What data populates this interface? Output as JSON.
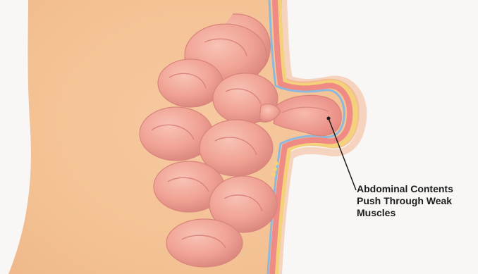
{
  "labels": {
    "callout_line1": "Abdominal Contents",
    "callout_line2": "Push Through Weak",
    "callout_line3": "Muscles"
  },
  "colors": {
    "background": "#f8f7f5",
    "skin": "#f5cfa3",
    "intestine": "#f1a79c",
    "intestine_shadow": "#d9847c",
    "muscle_layer": "#f08a85",
    "fat_layer": "#f4d27a",
    "membrane_blue": "#8fb9dc",
    "label_text": "#1c1c1c"
  }
}
